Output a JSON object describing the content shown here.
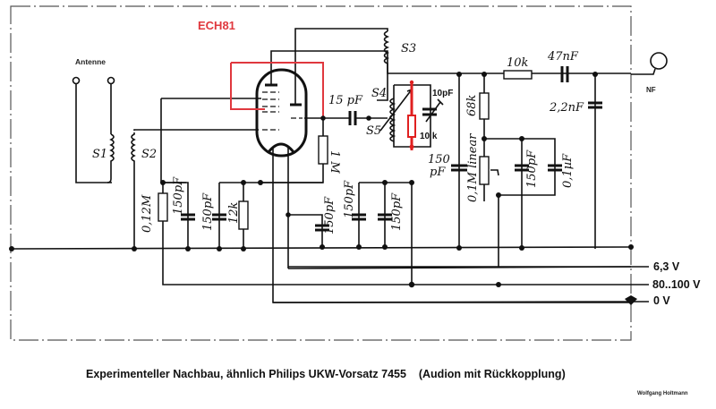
{
  "tube": {
    "type": "ECH81"
  },
  "antenna": {
    "label": "Antenne"
  },
  "output": {
    "label": "NF"
  },
  "coils": {
    "s1": "S1",
    "s2": "S2",
    "s3": "S3",
    "s4": "S4",
    "s5": "S5"
  },
  "components": {
    "c_coupling": "15 pF",
    "r_grid": "1 M",
    "r_012M": "0,12M",
    "c_150_a": "150pF",
    "c_150_b": "150pF",
    "r_12k": "12k",
    "c_150_c": "150pF",
    "c_150_d": "150pF",
    "c_150_e": "150pF",
    "c_trim": "10pF",
    "r_10k_added": "10 k",
    "c_150_f_line1": "150",
    "c_150_f_line2": "pF",
    "r_10k_series": "10k",
    "c_47nF": "47nF",
    "c_2_2nF": "2,2nF",
    "r_68k": "68k",
    "pot_01M": "0,1M linear",
    "c_150_g": "150pF",
    "c_01uF": "0,1µF"
  },
  "rails": [
    {
      "label": "6,3 V"
    },
    {
      "label": "80..100 V"
    },
    {
      "label": "0 V"
    }
  ],
  "caption": {
    "text": "Experimenteller Nachbau,  ähnlich Philips UKW-Vorsatz 7455",
    "note": "(Audion mit Rückkopplung)"
  },
  "author": "Wolfgang Holtmann",
  "colors": {
    "modification": "#e0383e",
    "ink": "#111111"
  }
}
